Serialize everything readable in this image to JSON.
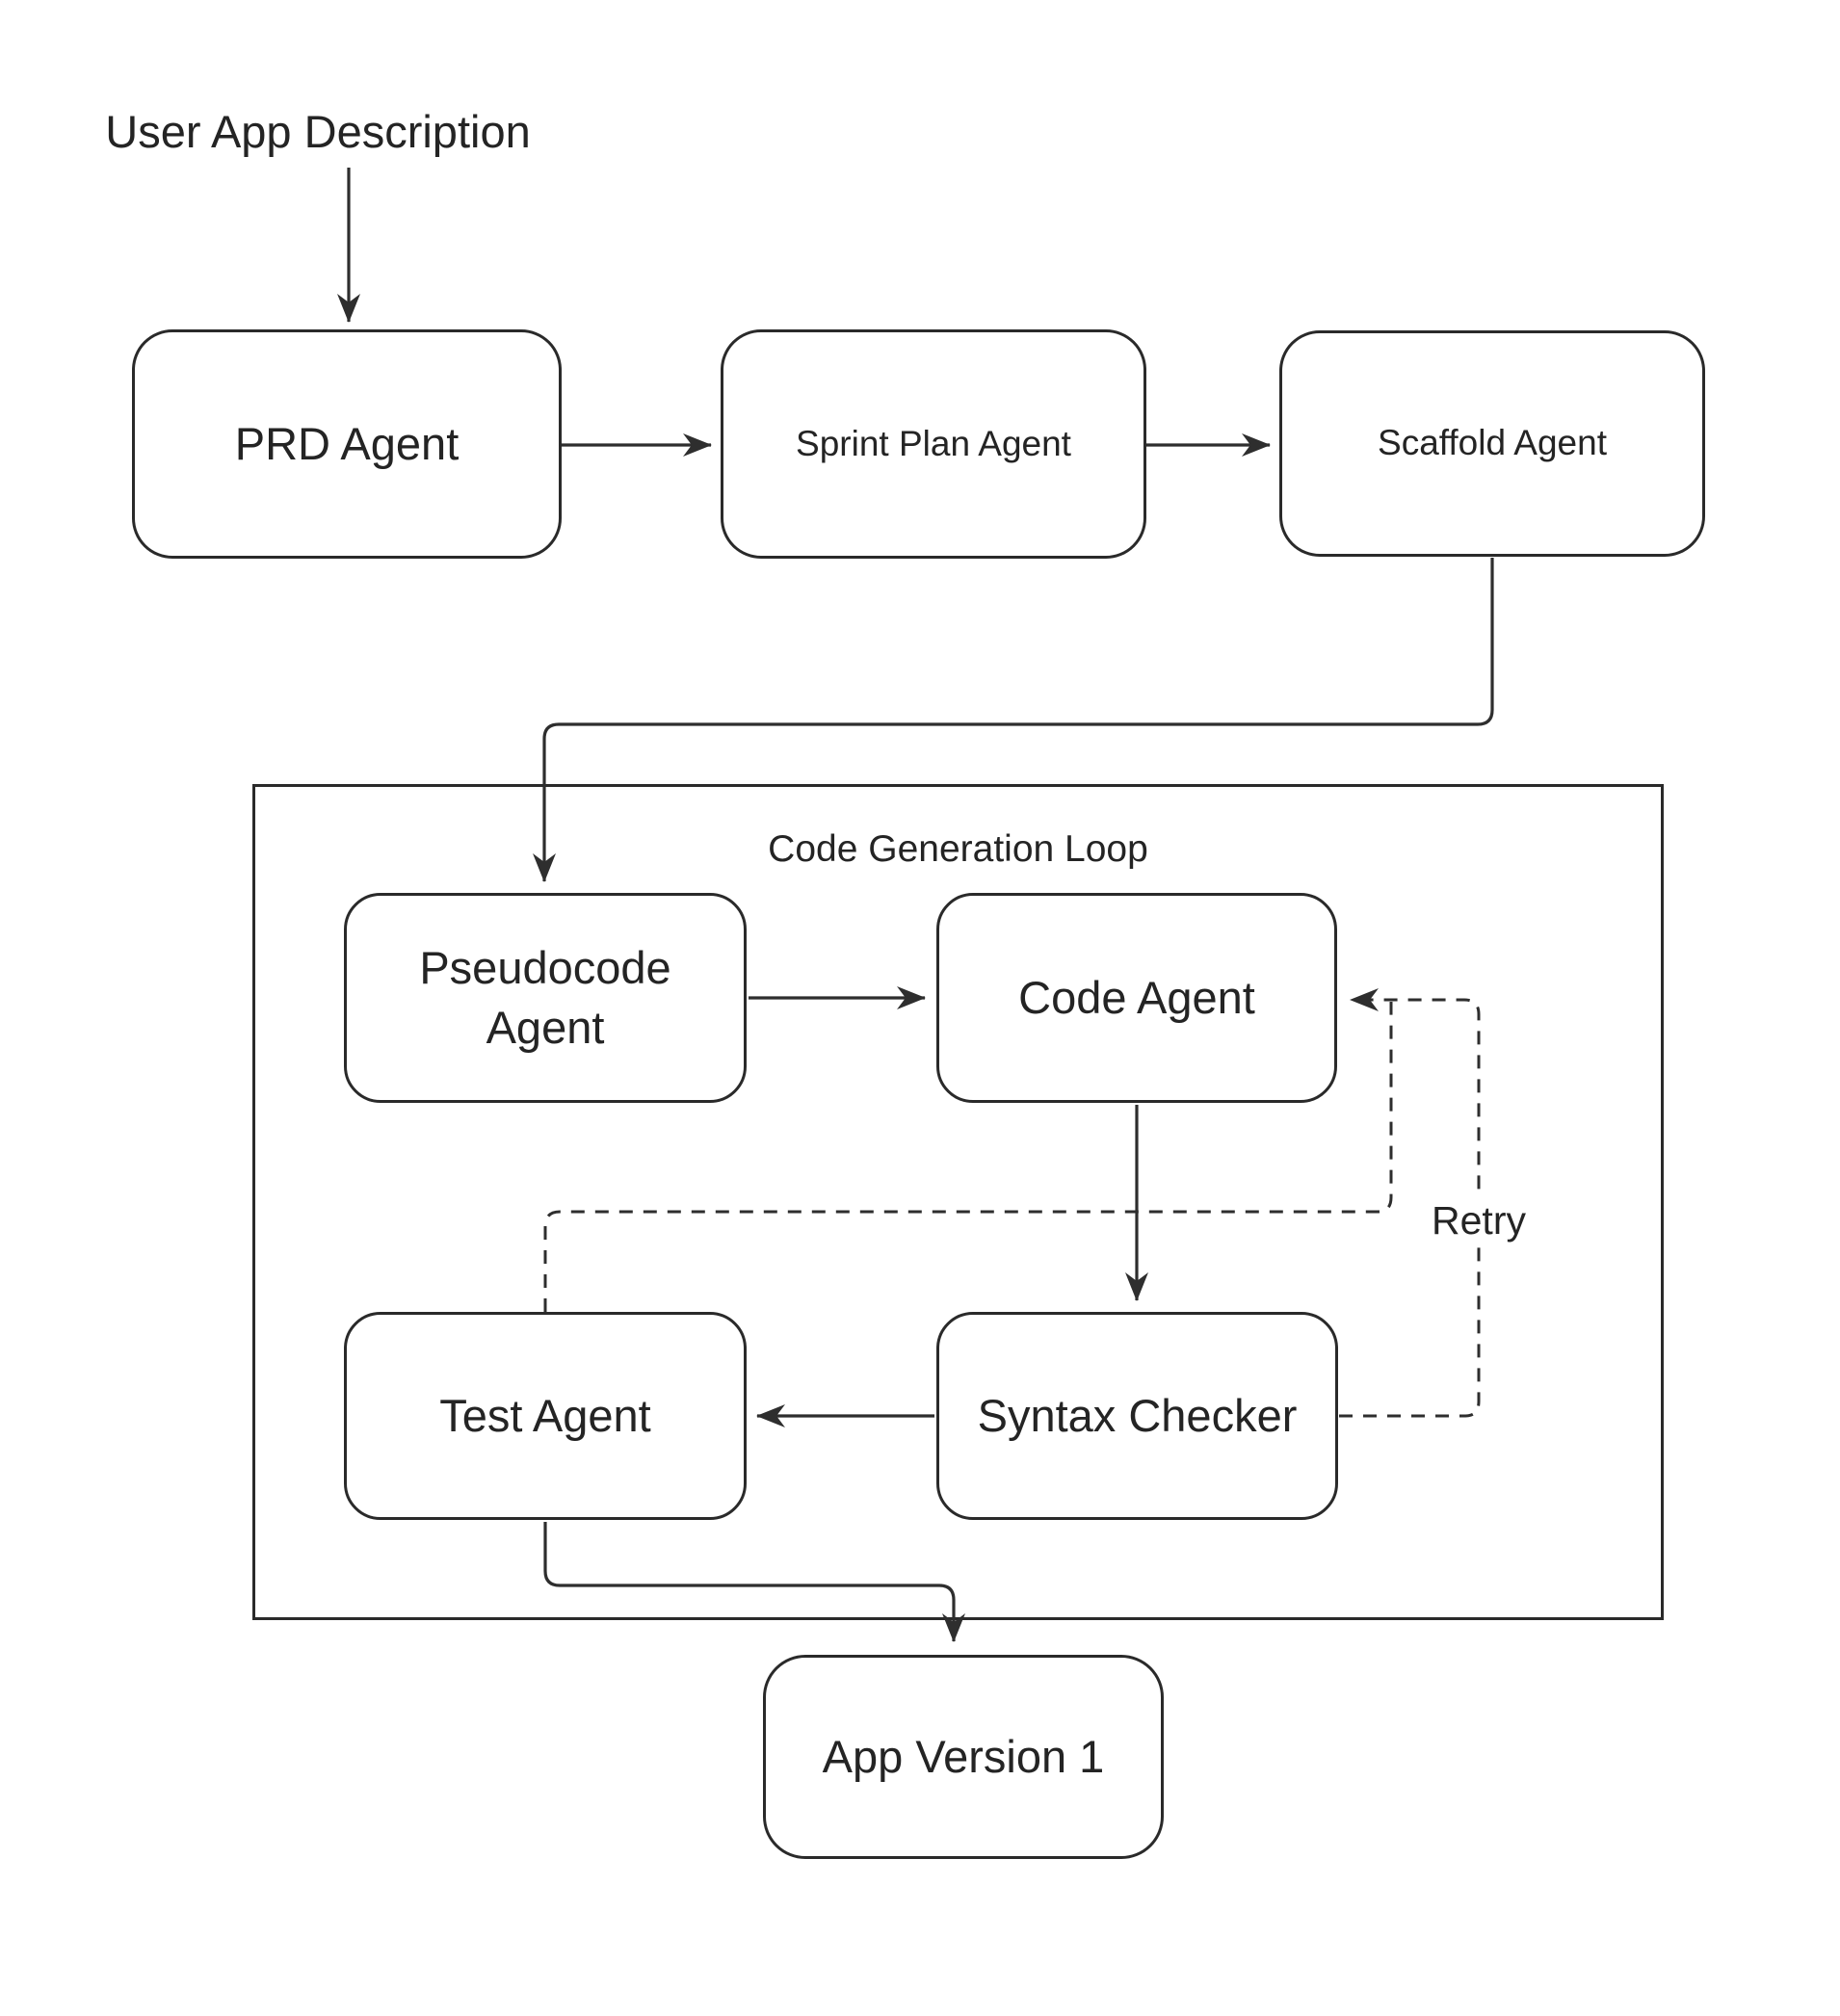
{
  "diagram": {
    "background_color": "#ffffff",
    "line_color": "#2e2e2e",
    "text_color": "#242424",
    "start_label": "User App Description",
    "loop": {
      "label": "Code Generation Loop"
    },
    "nodes": {
      "prd": {
        "label": "PRD Agent"
      },
      "sprint": {
        "label": "Sprint Plan Agent"
      },
      "scaffold": {
        "label": "Scaffold Agent"
      },
      "pseudocode": {
        "label": "Pseudocode Agent"
      },
      "code": {
        "label": "Code Agent"
      },
      "syntax": {
        "label": "Syntax Checker"
      },
      "test": {
        "label": "Test Agent"
      },
      "app": {
        "label": "App Version 1"
      }
    },
    "edges": {
      "retry_label": "Retry",
      "flow": [
        {
          "from": "User App Description",
          "to": "PRD Agent",
          "style": "solid"
        },
        {
          "from": "PRD Agent",
          "to": "Sprint Plan Agent",
          "style": "solid"
        },
        {
          "from": "Sprint Plan Agent",
          "to": "Scaffold Agent",
          "style": "solid"
        },
        {
          "from": "Scaffold Agent",
          "to": "Pseudocode Agent",
          "style": "solid"
        },
        {
          "from": "Pseudocode Agent",
          "to": "Code Agent",
          "style": "solid"
        },
        {
          "from": "Code Agent",
          "to": "Syntax Checker",
          "style": "solid"
        },
        {
          "from": "Syntax Checker",
          "to": "Test Agent",
          "style": "solid"
        },
        {
          "from": "Syntax Checker",
          "to": "Code Agent",
          "style": "dashed",
          "label": "Retry"
        },
        {
          "from": "Test Agent",
          "to": "Code Agent",
          "style": "dashed"
        },
        {
          "from": "Test Agent",
          "to": "App Version 1",
          "style": "solid"
        }
      ]
    }
  }
}
